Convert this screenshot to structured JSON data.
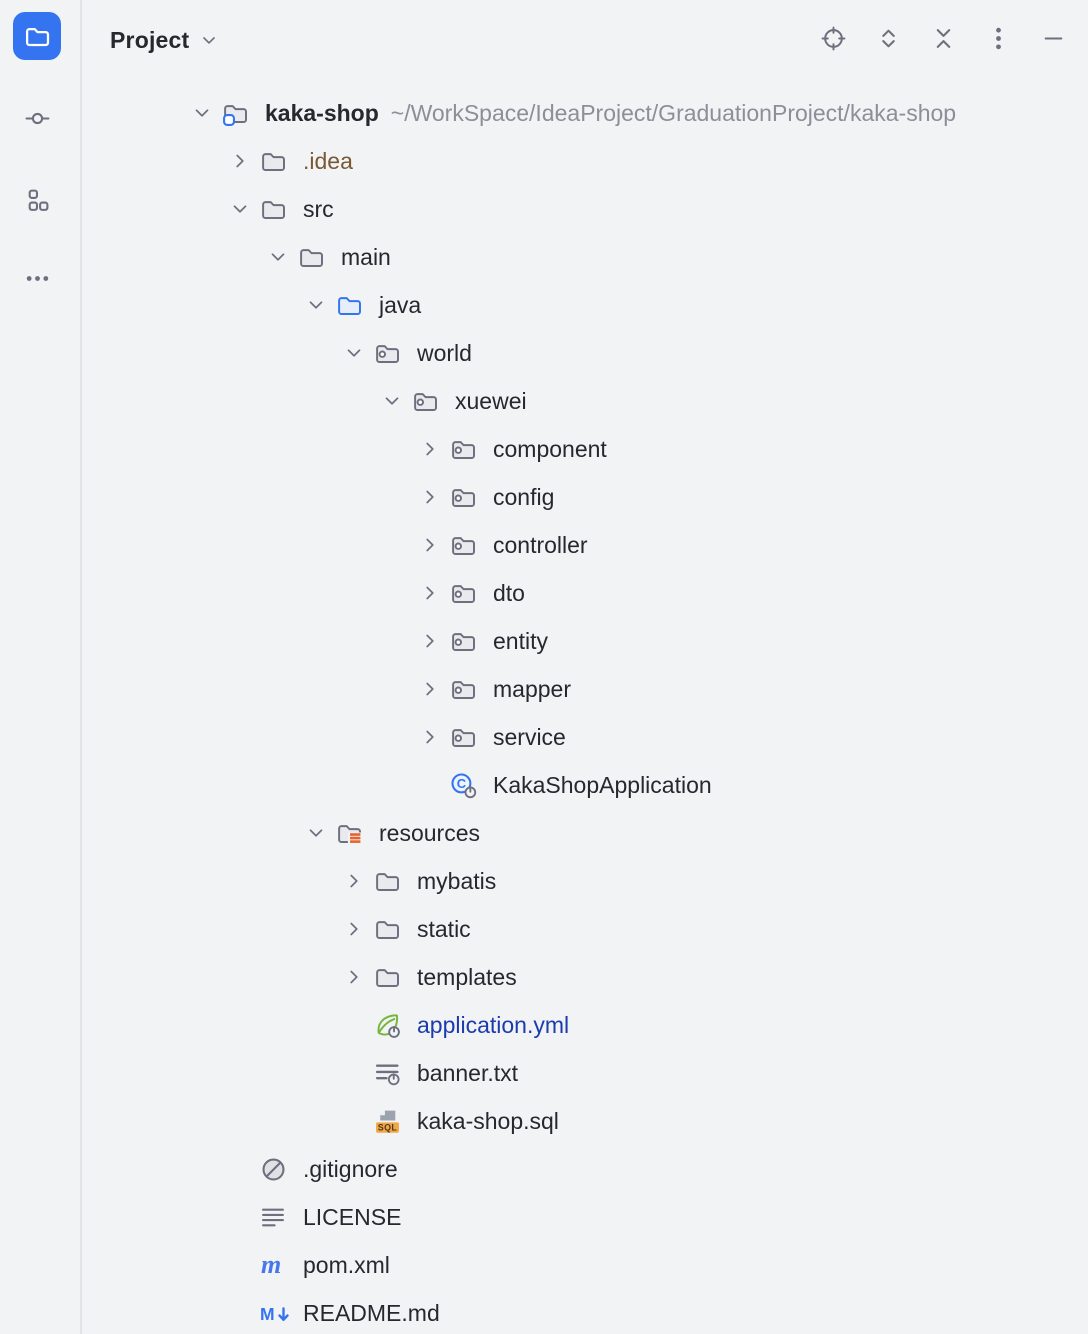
{
  "colors": {
    "panel_bg": "#F2F3F5",
    "separator": "#E3E4E8",
    "icon": "#6C707E",
    "text": "#25282E",
    "path": "#8C8E99",
    "accent": "#3574F0",
    "ignored": "#7A5833",
    "modified": "#1B3CAE",
    "folder_fill": "#E9EAEE",
    "source_folder_fill": "#E7EEFB",
    "resources_orange": "#E8622D",
    "spring_green": "#77B53F",
    "sql_badge": "#F2A645",
    "sql_text": "#4D3A1F",
    "doc_gray": "#9AA3AE",
    "ignore_fill": "#DFE1E5"
  },
  "left_rail": {
    "buttons": [
      {
        "name": "project-tool-button",
        "icon": "folder-white",
        "active": true
      },
      {
        "name": "commit-tool-button",
        "icon": "commit",
        "active": false
      },
      {
        "name": "structure-tool-button",
        "icon": "structure",
        "active": false
      },
      {
        "name": "more-tools-button",
        "icon": "more-horizontal",
        "active": false
      }
    ]
  },
  "header": {
    "title": "Project",
    "title_chevron": "chevron-down-small",
    "toolbar": [
      {
        "name": "locate-file-button",
        "icon": "locate"
      },
      {
        "name": "expand-all-button",
        "icon": "expand-all"
      },
      {
        "name": "collapse-all-button",
        "icon": "collapse-all"
      },
      {
        "name": "more-options-button",
        "icon": "more-vertical"
      },
      {
        "name": "hide-button",
        "icon": "minimize"
      }
    ]
  },
  "tree": {
    "rows": [
      {
        "label": "kaka-shop",
        "path": "~/WorkSpace/IdeaProject/GraduationProject/kaka-shop",
        "level": 0,
        "state": "expanded",
        "icon": "project-folder",
        "bold": true,
        "color": "default"
      },
      {
        "label": ".idea",
        "level": 1,
        "state": "collapsed",
        "icon": "folder",
        "color": "ignored"
      },
      {
        "label": "src",
        "level": 1,
        "state": "expanded",
        "icon": "folder",
        "color": "default"
      },
      {
        "label": "main",
        "level": 2,
        "state": "expanded",
        "icon": "folder",
        "color": "default"
      },
      {
        "label": "java",
        "level": 3,
        "state": "expanded",
        "icon": "source-folder",
        "color": "default"
      },
      {
        "label": "world",
        "level": 4,
        "state": "expanded",
        "icon": "package",
        "color": "default"
      },
      {
        "label": "xuewei",
        "level": 5,
        "state": "expanded",
        "icon": "package",
        "color": "default"
      },
      {
        "label": "component",
        "level": 6,
        "state": "collapsed",
        "icon": "package",
        "color": "default"
      },
      {
        "label": "config",
        "level": 6,
        "state": "collapsed",
        "icon": "package",
        "color": "default"
      },
      {
        "label": "controller",
        "level": 6,
        "state": "collapsed",
        "icon": "package",
        "color": "default"
      },
      {
        "label": "dto",
        "level": 6,
        "state": "collapsed",
        "icon": "package",
        "color": "default"
      },
      {
        "label": "entity",
        "level": 6,
        "state": "collapsed",
        "icon": "package",
        "color": "default"
      },
      {
        "label": "mapper",
        "level": 6,
        "state": "collapsed",
        "icon": "package",
        "color": "default"
      },
      {
        "label": "service",
        "level": 6,
        "state": "collapsed",
        "icon": "package",
        "color": "default"
      },
      {
        "label": "KakaShopApplication",
        "level": 6,
        "state": "leaf",
        "icon": "class",
        "color": "default"
      },
      {
        "label": "resources",
        "level": 3,
        "state": "expanded",
        "icon": "resources-folder",
        "color": "default"
      },
      {
        "label": "mybatis",
        "level": 4,
        "state": "collapsed",
        "icon": "folder",
        "color": "default"
      },
      {
        "label": "static",
        "level": 4,
        "state": "collapsed",
        "icon": "folder",
        "color": "default"
      },
      {
        "label": "templates",
        "level": 4,
        "state": "collapsed",
        "icon": "folder",
        "color": "default"
      },
      {
        "label": "application.yml",
        "level": 4,
        "state": "leaf",
        "icon": "spring-boot",
        "color": "modified"
      },
      {
        "label": "banner.txt",
        "level": 4,
        "state": "leaf",
        "icon": "banner-text",
        "color": "default"
      },
      {
        "label": "kaka-shop.sql",
        "level": 4,
        "state": "leaf",
        "icon": "sql-file",
        "color": "default"
      },
      {
        "label": ".gitignore",
        "level": 1,
        "state": "leaf",
        "icon": "ignored-file",
        "color": "default"
      },
      {
        "label": "LICENSE",
        "level": 1,
        "state": "leaf",
        "icon": "text-file",
        "color": "default"
      },
      {
        "label": "pom.xml",
        "level": 1,
        "state": "leaf",
        "icon": "maven",
        "color": "default"
      },
      {
        "label": "README.md",
        "level": 1,
        "state": "leaf",
        "icon": "markdown",
        "color": "default"
      }
    ]
  }
}
